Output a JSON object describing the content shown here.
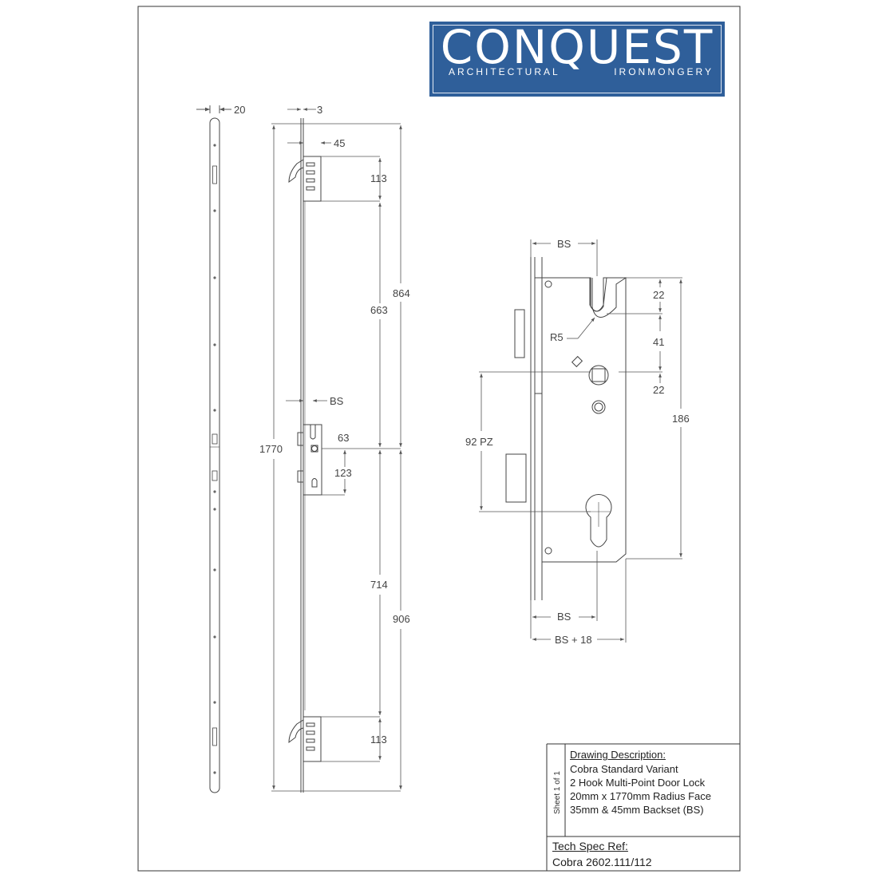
{
  "logo": {
    "main": "CONQUEST",
    "sub_left": "ARCHITECTURAL",
    "sub_right": "IRONMONGERY",
    "color": "#2f5f9a"
  },
  "dimensions": {
    "faceplate_width": "20",
    "faceplate_thickness": "3",
    "hook_offset": "45",
    "hook_height": "113",
    "top_to_center": "864",
    "hook_to_center": "663",
    "overall_length": "1770",
    "bs": "BS",
    "follower_offset": "63",
    "follower_to_cylinder": "123",
    "center_to_hook": "714",
    "center_to_bottom": "906",
    "bottom_hook_height": "113",
    "detail_bs_top": "BS",
    "detail_22_top": "22",
    "detail_r5": "R5",
    "detail_41": "41",
    "detail_22_bottom": "22",
    "detail_186": "186",
    "detail_92pz": "92 PZ",
    "detail_bs_bottom": "BS",
    "detail_bs18": "BS + 18"
  },
  "title_block": {
    "sheet": "Sheet 1 of 1",
    "description_heading": "Drawing Description:",
    "description_lines": [
      "Cobra Standard Variant",
      "2 Hook Multi-Point Door Lock",
      "20mm x 1770mm Radius Face",
      "35mm & 45mm Backset (BS)"
    ],
    "spec_heading": "Tech Spec Ref:",
    "spec_value": "Cobra 2602.111/112"
  }
}
